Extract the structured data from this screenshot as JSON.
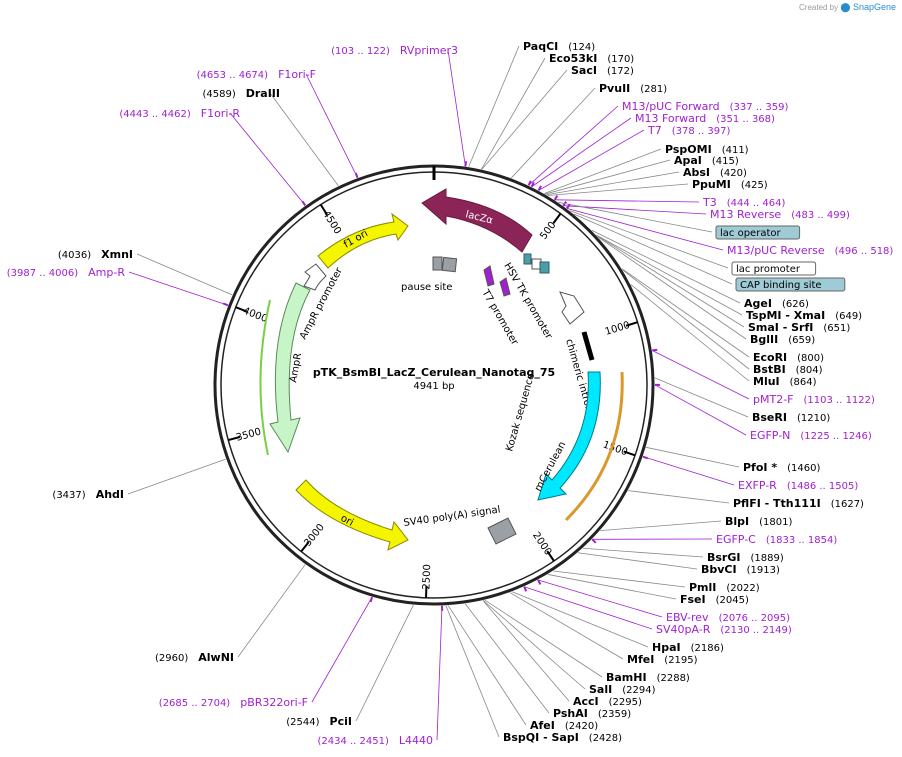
{
  "credit": {
    "prefix": "Created by",
    "brand": "SnapGene"
  },
  "plasmid": {
    "name": "pTK_BsmBI_LacZ_Cerulean_Nanotag_75",
    "length": "4941 bp"
  },
  "ticks": [
    "500",
    "1000",
    "1500",
    "2000",
    "2500",
    "3000",
    "3500",
    "4000",
    "4500"
  ],
  "enzymes_right": [
    {
      "name": "PaqCI",
      "pos": "(124)"
    },
    {
      "name": "Eco53kI",
      "pos": "(170)"
    },
    {
      "name": "SacI",
      "pos": "(172)"
    },
    {
      "name": "PvuII",
      "pos": "(281)"
    },
    {
      "name": "PspOMI",
      "pos": "(411)"
    },
    {
      "name": "ApaI",
      "pos": "(415)"
    },
    {
      "name": "AbsI",
      "pos": "(420)"
    },
    {
      "name": "PpuMI",
      "pos": "(425)"
    },
    {
      "name": "AgeI",
      "pos": "(626)"
    },
    {
      "name": "TspMI  -  XmaI",
      "pos": "(649)"
    },
    {
      "name": "SmaI  -  SrfI",
      "pos": "(651)"
    },
    {
      "name": "BglII",
      "pos": "(659)"
    },
    {
      "name": "EcoRI",
      "pos": "(800)"
    },
    {
      "name": "BstBI",
      "pos": "(804)"
    },
    {
      "name": "MluI",
      "pos": "(864)"
    },
    {
      "name": "BseRI",
      "pos": "(1210)"
    },
    {
      "name": "PfoI *",
      "pos": "(1460)"
    },
    {
      "name": "PflFI  -  Tth111I",
      "pos": "(1627)"
    },
    {
      "name": "BlpI",
      "pos": "(1801)"
    },
    {
      "name": "BsrGI",
      "pos": "(1889)"
    },
    {
      "name": "BbvCI",
      "pos": "(1913)"
    },
    {
      "name": "PmlI",
      "pos": "(2022)"
    },
    {
      "name": "FseI",
      "pos": "(2045)"
    },
    {
      "name": "HpaI",
      "pos": "(2186)"
    },
    {
      "name": "MfeI",
      "pos": "(2195)"
    },
    {
      "name": "BamHI",
      "pos": "(2288)"
    },
    {
      "name": "SalI",
      "pos": "(2294)"
    },
    {
      "name": "AccI",
      "pos": "(2295)"
    },
    {
      "name": "PshAI",
      "pos": "(2359)"
    },
    {
      "name": "AfeI",
      "pos": "(2420)"
    },
    {
      "name": "BspQI  -  SapI",
      "pos": "(2428)"
    }
  ],
  "enzymes_left": [
    {
      "name": "DraIII",
      "pos": "(4589)"
    },
    {
      "name": "XmnI",
      "pos": "(4036)"
    },
    {
      "name": "AhdI",
      "pos": "(3437)"
    },
    {
      "name": "AlwNI",
      "pos": "(2960)"
    },
    {
      "name": "PciI",
      "pos": "(2544)"
    }
  ],
  "primers_right": [
    {
      "name": "M13/pUC Forward",
      "pos": "(337 .. 359)"
    },
    {
      "name": "M13 Forward",
      "pos": "(351 .. 368)"
    },
    {
      "name": "T7",
      "pos": "(378 .. 397)"
    },
    {
      "name": "T3",
      "pos": "(444 .. 464)"
    },
    {
      "name": "M13 Reverse",
      "pos": "(483 .. 499)"
    },
    {
      "name": "M13/pUC Reverse",
      "pos": "(496 .. 518)"
    },
    {
      "name": "pMT2-F",
      "pos": "(1103 .. 1122)"
    },
    {
      "name": "EGFP-N",
      "pos": "(1225 .. 1246)"
    },
    {
      "name": "EXFP-R",
      "pos": "(1486 .. 1505)"
    },
    {
      "name": "EGFP-C",
      "pos": "(1833 .. 1854)"
    },
    {
      "name": "EBV-rev",
      "pos": "(2076 .. 2095)"
    },
    {
      "name": "SV40pA-R",
      "pos": "(2130 .. 2149)"
    }
  ],
  "primers_left": [
    {
      "name": "RVprimer3",
      "pos": "(103 .. 122)"
    },
    {
      "name": "F1ori-F",
      "pos": "(4653 .. 4674)"
    },
    {
      "name": "F1ori-R",
      "pos": "(4443 .. 4462)"
    },
    {
      "name": "Amp-R",
      "pos": "(3987 .. 4006)"
    },
    {
      "name": "pBR322ori-F",
      "pos": "(2685 .. 2704)"
    },
    {
      "name": "L4440",
      "pos": "(2434 .. 2451)"
    }
  ],
  "boxed_features": [
    {
      "name": "lac operator",
      "color": "#9ecbd6"
    },
    {
      "name": "lac promoter",
      "color": "#ffffff"
    },
    {
      "name": "CAP binding site",
      "color": "#9ecbd6"
    }
  ],
  "features": {
    "lacZa": "lacZα",
    "f1ori": "f1 ori",
    "ampr_promoter": "AmpR promoter",
    "ampr": "AmpR",
    "ori": "ori",
    "pause_site": "pause site",
    "hsv_tk": "HSV TK promoter",
    "t7_promoter": "T7 promoter",
    "chimeric_intron": "chimeric intron",
    "kozak": "Kozak sequence",
    "mcerulean": "mCerulean",
    "sv40": "SV40 poly(A) signal"
  },
  "colors": {
    "lacZa": "#8b2457",
    "f1ori": "#f5f500",
    "ori": "#f5f500",
    "ampr": "#c8f5c8",
    "mcerulean": "#00e8ff",
    "primer": "#a020d0",
    "backbone": "#222222"
  }
}
